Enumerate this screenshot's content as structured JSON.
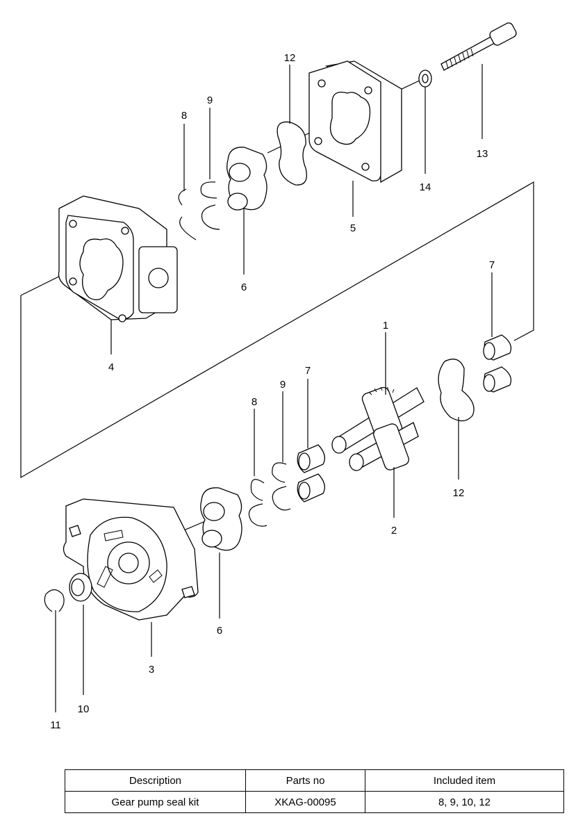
{
  "labels": {
    "p1": "1",
    "p2": "2",
    "p3": "3",
    "p4": "4",
    "p5": "5",
    "p6_top": "6",
    "p6_bot": "6",
    "p7_right": "7",
    "p7_mid": "7",
    "p8_top": "8",
    "p8_mid": "8",
    "p9_top": "9",
    "p9_mid": "9",
    "p10": "10",
    "p11": "11",
    "p12_top": "12",
    "p12_right": "12",
    "p13": "13",
    "p14": "14"
  },
  "table": {
    "headers": [
      "Description",
      "Parts no",
      "Included item"
    ],
    "rows": [
      [
        "Gear pump seal kit",
        "XKAG-00095",
        "8, 9, 10, 12"
      ]
    ]
  }
}
